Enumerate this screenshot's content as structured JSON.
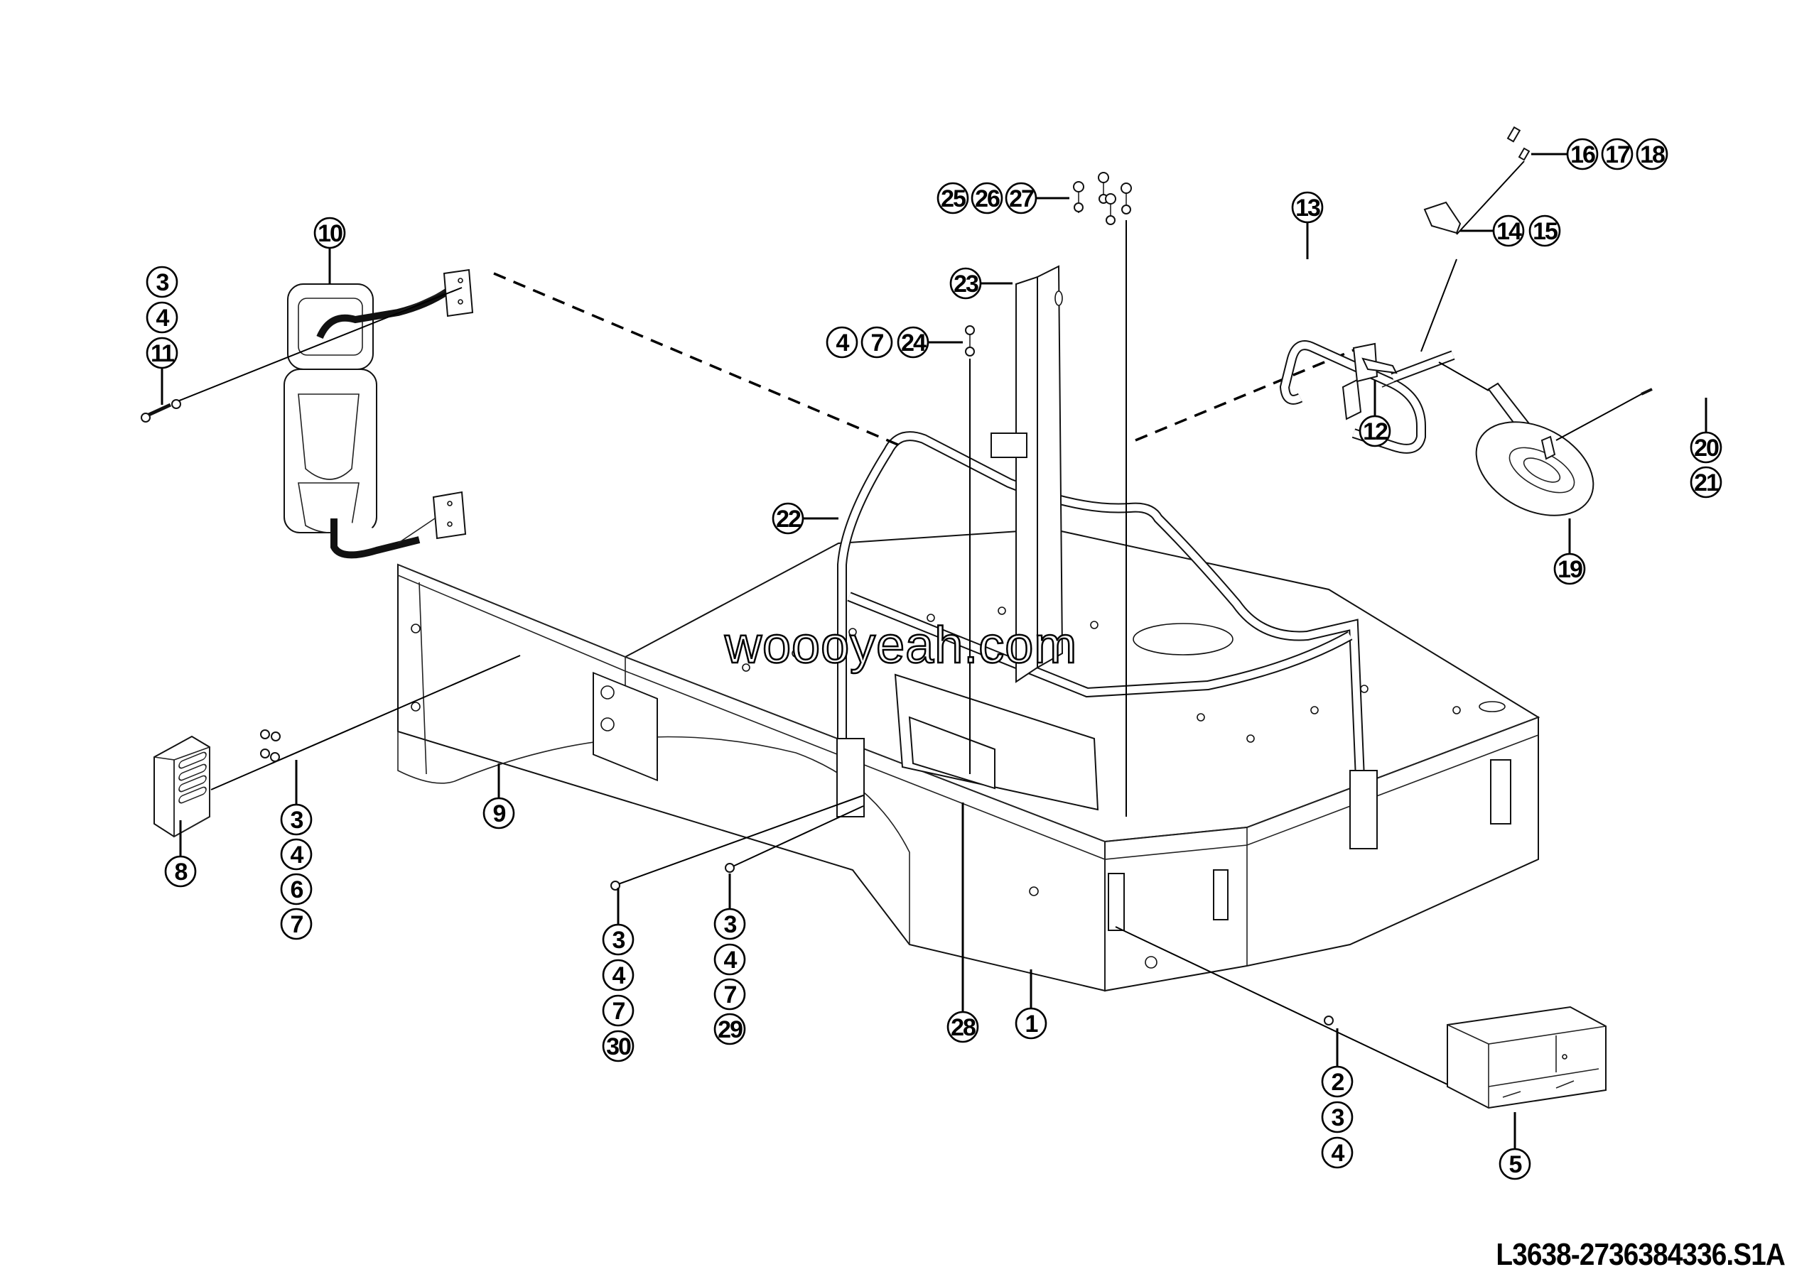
{
  "diagram": {
    "type": "exploded parts diagram",
    "drawing_number": "L3638-2736384336.S1A",
    "watermark": "woooyeah.com",
    "callouts": [
      {
        "id": "c10",
        "labels": [
          "10"
        ],
        "part": "rear-view-mirror-assembly"
      },
      {
        "id": "c3-4-11",
        "labels": [
          "3",
          "4",
          "11"
        ],
        "part": "mirror-mounting-bolt"
      },
      {
        "id": "c25-26-27",
        "labels": [
          "25",
          "26",
          "27"
        ],
        "part": "upright-mounting-bolts"
      },
      {
        "id": "c23",
        "labels": [
          "23"
        ],
        "part": "upright-post"
      },
      {
        "id": "c4-7-24",
        "labels": [
          "4",
          "7",
          "24"
        ],
        "part": "post-bolt"
      },
      {
        "id": "c13",
        "labels": [
          "13"
        ],
        "part": "mirror-arm"
      },
      {
        "id": "c16-17-18",
        "labels": [
          "16",
          "17",
          "18"
        ],
        "part": "arm-bolt"
      },
      {
        "id": "c14-15",
        "labels": [
          "14",
          "15"
        ],
        "part": "arm-clamp"
      },
      {
        "id": "c12",
        "labels": [
          "12"
        ],
        "part": "arm-bracket"
      },
      {
        "id": "c20-21",
        "labels": [
          "20",
          "21"
        ],
        "part": "round-mirror-pin"
      },
      {
        "id": "c19",
        "labels": [
          "19"
        ],
        "part": "round-mirror"
      },
      {
        "id": "c22",
        "labels": [
          "22"
        ],
        "part": "guard-rail"
      },
      {
        "id": "c9",
        "labels": [
          "9"
        ],
        "part": "fender-panel"
      },
      {
        "id": "c8",
        "labels": [
          "8"
        ],
        "part": "lamp-housing"
      },
      {
        "id": "c3-4-6-7",
        "labels": [
          "3",
          "4",
          "6",
          "7"
        ],
        "part": "lamp-fasteners"
      },
      {
        "id": "c3-4-7-30",
        "labels": [
          "3",
          "4",
          "7",
          "30"
        ],
        "part": "rail-bolt-left"
      },
      {
        "id": "c3-4-7-29",
        "labels": [
          "3",
          "4",
          "7",
          "29"
        ],
        "part": "rail-bolt-right"
      },
      {
        "id": "c28",
        "labels": [
          "28"
        ],
        "part": "step-plate"
      },
      {
        "id": "c1",
        "labels": [
          "1"
        ],
        "part": "platform-frame"
      },
      {
        "id": "c2-3-4",
        "labels": [
          "2",
          "3",
          "4"
        ],
        "part": "box-fastener"
      },
      {
        "id": "c5",
        "labels": [
          "5"
        ],
        "part": "bracket-box"
      }
    ]
  }
}
